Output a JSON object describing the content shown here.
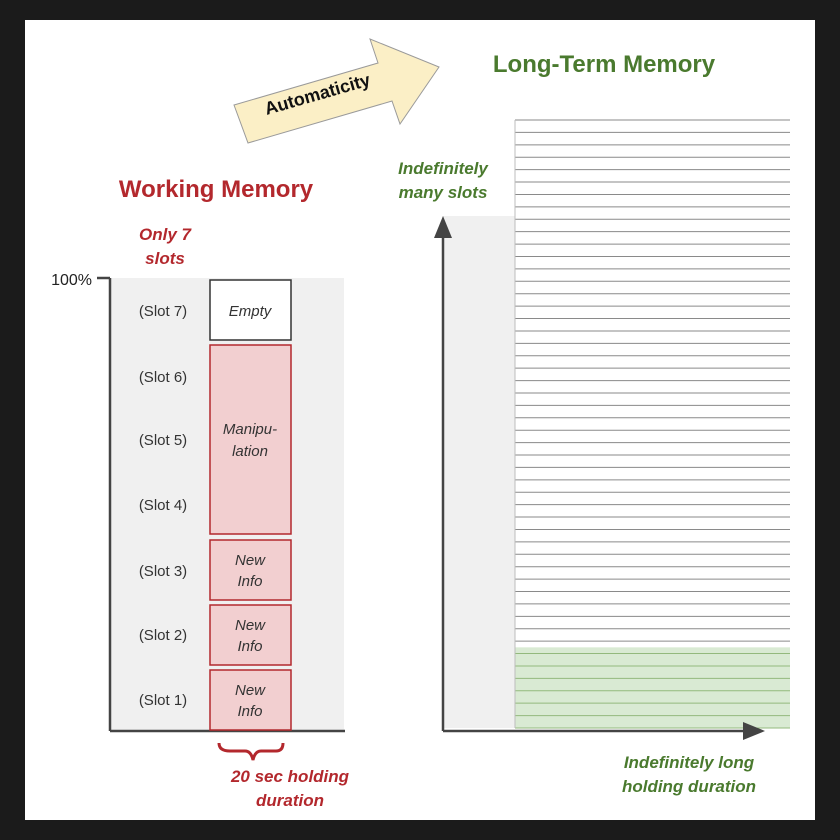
{
  "long_term": {
    "title": "Long-Term Memory",
    "slots_caption": [
      "Indefinitely",
      "many slots"
    ],
    "duration_caption": [
      "Indefinitely long",
      "holding duration"
    ],
    "lines_total": 50,
    "lines_green": 7
  },
  "working": {
    "title": "Working Memory",
    "slots_caption": [
      "Only 7",
      "slots"
    ],
    "axis_top_label": "100%",
    "slot_labels": [
      "(Slot 7)",
      "(Slot 6)",
      "(Slot 5)",
      "(Slot 4)",
      "(Slot 3)",
      "(Slot 2)",
      "(Slot 1)"
    ],
    "empty_label": "Empty",
    "manipulation_label": [
      "Manipu-",
      "lation"
    ],
    "new_info_label": [
      "New",
      "Info"
    ],
    "duration_caption": [
      "20 sec holding",
      "duration"
    ]
  },
  "arrow_label": "Automaticity",
  "colors": {
    "red": "#b3282d",
    "green": "#4a7a2e",
    "box_fill": "#f2cfd0",
    "box_stroke": "#b3282d",
    "panel_gray": "#f0f0f0",
    "arrow_fill": "#fbefc6",
    "green_fill": "#d9ead3"
  }
}
